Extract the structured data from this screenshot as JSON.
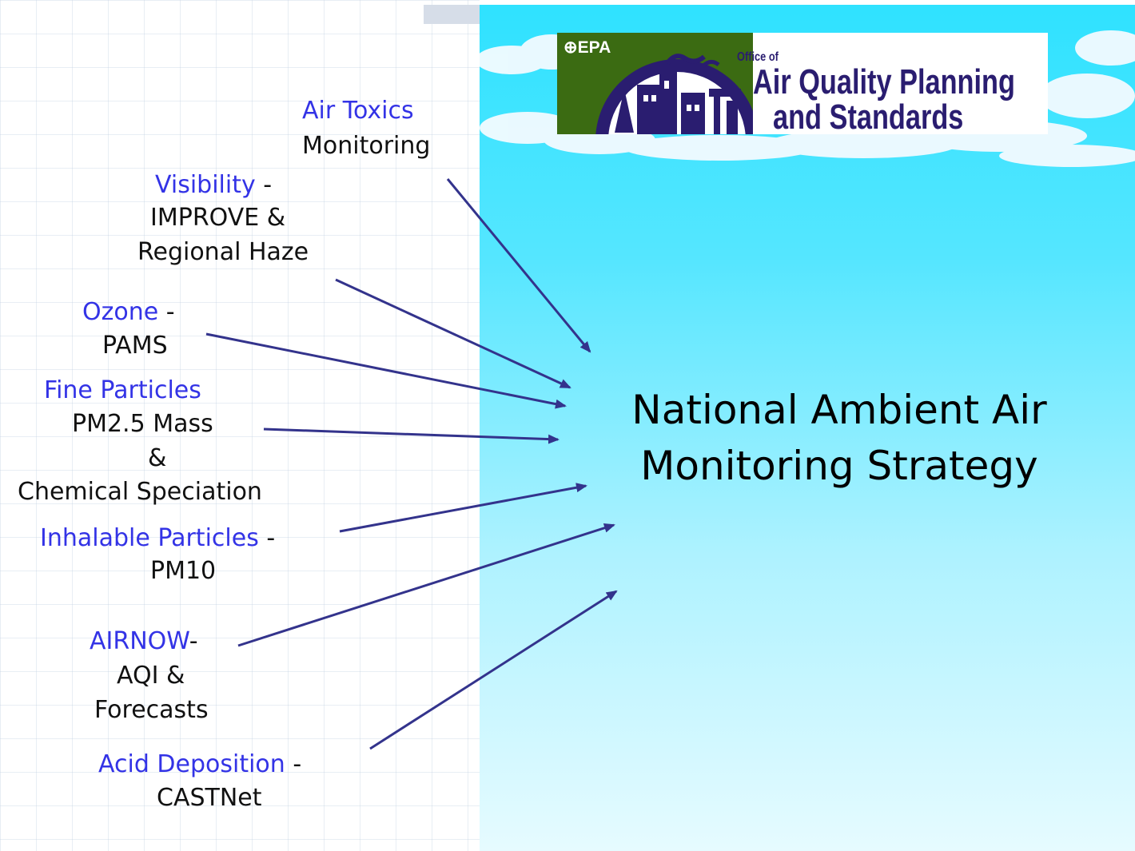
{
  "logo": {
    "epa": "EPA",
    "office": "Office of",
    "line1": "Air Quality Planning",
    "line2": "and Standards"
  },
  "title": {
    "line1": "National Ambient Air",
    "line2": "Monitoring Strategy"
  },
  "programs": [
    {
      "name": "Air Toxics",
      "lines": [
        "Monitoring"
      ]
    },
    {
      "name": "Visibility",
      "dash": "-",
      "lines": [
        "IMPROVE &",
        "Regional Haze"
      ]
    },
    {
      "name": "Ozone",
      "dash": "-",
      "lines": [
        "PAMS"
      ]
    },
    {
      "name": "Fine Particles",
      "lines": [
        "PM2.5 Mass",
        "&",
        "Chemical Speciation"
      ]
    },
    {
      "name": "Inhalable Particles",
      "dash": "-",
      "lines": [
        "PM10"
      ]
    },
    {
      "name": "AIRNOW",
      "dash": "-",
      "lines": [
        "AQI &",
        "Forecasts"
      ]
    },
    {
      "name": "Acid Deposition",
      "dash": "-",
      "lines": [
        "CASTNet"
      ]
    }
  ],
  "colors": {
    "program_name": "#3333e6",
    "arrow": "#33338c",
    "sky_top": "#2fe2ff",
    "logo_green": "#3b6b12",
    "logo_text": "#2a1d70"
  }
}
